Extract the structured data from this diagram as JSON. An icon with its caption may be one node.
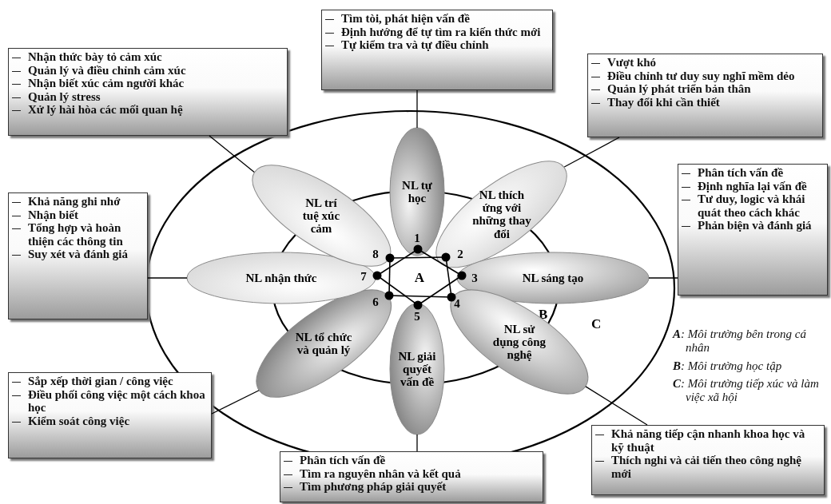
{
  "diagram": {
    "nodes": [
      {
        "text": [
          "C"
        ]
      },
      {
        "text": [
          "B"
        ],
        "in": 0
      },
      {
        "text": [
          "NL tự học"
        ],
        "in": 0
      },
      {
        "text": [
          "NL thích ứng với những thay đổi"
        ],
        "in": 0
      },
      {
        "text": [
          "NL sáng tạo"
        ],
        "in": 0
      },
      {
        "text": [
          "NL sử dụng công nghệ"
        ],
        "in": 0
      },
      {
        "text": [
          "NL giải quyết vấn đề"
        ],
        "in": 0
      },
      {
        "text": [
          "NL tổ chức và quản lý"
        ],
        "in": 0
      },
      {
        "text": [
          "NL nhận thức"
        ],
        "in": 0
      },
      {
        "text": [
          "NL trí tuệ xúc cảm"
        ],
        "in": 0
      },
      {
        "text": [
          "Tìm tòi, phát hiện vấn đề",
          "Định hướng để tự tìm ra kiến thức mới",
          "Tự kiểm tra và tự điều chỉnh"
        ]
      },
      {
        "text": [
          "Vượt khó",
          "Điều chỉnh tư duy suy nghĩ mềm dẻo",
          "Quản lý phát triển bản thân",
          "Thay đổi khi cần thiết"
        ]
      },
      {
        "text": [
          "Phân tích vấn đề",
          "Định nghĩa lại vấn đề",
          "Tư duy, logic và khái quát theo cách khác",
          "Phản biện và đánh giá"
        ]
      },
      {
        "text": [
          "Khả năng tiếp cận nhanh khoa học và kỹ thuật",
          "Thích nghi và cải tiến theo công nghệ mới"
        ]
      },
      {
        "text": [
          "Phân tích vấn đề",
          "Tìm ra nguyên nhân và kết quả",
          "Tìm phương pháp giải quyết"
        ]
      },
      {
        "text": [
          "Sắp xếp thời gian / công việc",
          "Điều phối công việc một cách khoa học",
          "Kiểm soát công việc"
        ]
      },
      {
        "text": [
          "Khả năng ghi nhớ",
          "Nhận biết",
          "Tổng hợp và hoàn thiện các thông tin",
          "Suy xét và đánh giá"
        ]
      },
      {
        "text": [
          "Nhận thức bày tỏ cảm xúc",
          "Quản lý và điều chỉnh cảm xúc",
          "Nhận biết xúc cảm người khác",
          "Quản lý stress",
          "Xử lý hài hòa các mối quan hệ"
        ]
      }
    ],
    "edges": [
      {
        "from": 10,
        "to": 2,
        "arrow": "none"
      },
      {
        "from": 11,
        "to": 3,
        "arrow": "none"
      },
      {
        "from": 12,
        "to": 4,
        "arrow": "none"
      },
      {
        "from": 13,
        "to": 5,
        "arrow": "none"
      },
      {
        "from": 14,
        "to": 6,
        "arrow": "none"
      },
      {
        "from": 15,
        "to": 7,
        "arrow": "none"
      },
      {
        "from": 16,
        "to": 8,
        "arrow": "none"
      },
      {
        "from": 17,
        "to": 9,
        "arrow": "none"
      }
    ],
    "labels": [
      "1",
      "8",
      "2",
      "7",
      "A",
      "3",
      "6",
      "4",
      "5",
      "**A**: Môi trường bên trong cá nhân",
      "**B**: Môi trường học tập",
      "**C**: Môi trường tiếp xúc và làm việc xã hội"
    ]
  }
}
